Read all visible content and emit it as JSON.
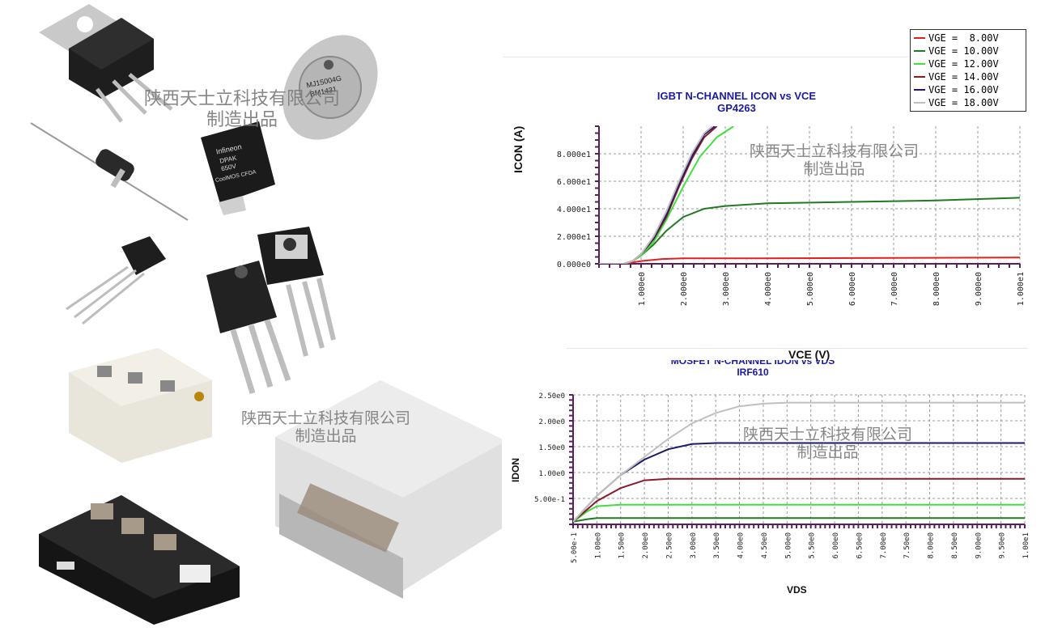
{
  "watermark": {
    "line1": "陕西天士立科技有限公司",
    "line2": "制造出品"
  },
  "colors": {
    "title": "#1a1aa8",
    "grid": "#888888",
    "axis": "#5a1f5a"
  },
  "components": [
    {
      "name": "to220-transistor-photo"
    },
    {
      "name": "to3-transistor-photo",
      "label1": "MJ15004G",
      "label2": "BM1431"
    },
    {
      "name": "axial-diode-photo"
    },
    {
      "name": "dpak-mosfet-photo",
      "label1": "Infineon",
      "label2": "DPAK",
      "label3": "650V",
      "label4": "CoolMOS CFDA"
    },
    {
      "name": "to92-transistor-photo"
    },
    {
      "name": "to247-transistor-photo"
    },
    {
      "name": "igbt-module-small-photo"
    },
    {
      "name": "igbt-power-module-large-photo"
    },
    {
      "name": "igbt-module-black-photo"
    }
  ],
  "chart_data": [
    {
      "type": "line",
      "title": "IGBT N-CHANNEL ICON vs VCE",
      "subtitle": "GP4263",
      "xlabel": "VCE (V)",
      "ylabel": "ICON (A)",
      "xlim": [
        0,
        10
      ],
      "ylim": [
        0,
        100
      ],
      "xticks": [
        1,
        2,
        3,
        4,
        5,
        6,
        7,
        8,
        9,
        10
      ],
      "xtick_labels": [
        "1.000e0",
        "2.000e0",
        "3.000e0",
        "4.000e0",
        "5.000e0",
        "6.000e0",
        "7.000e0",
        "8.000e0",
        "9.000e0",
        "1.000e1"
      ],
      "yticks": [
        0,
        20,
        40,
        60,
        80
      ],
      "ytick_labels": [
        "0.000e0",
        "2.000e1",
        "4.000e1",
        "6.000e1",
        "8.000e1"
      ],
      "grid": true,
      "legend": "top-right",
      "series": [
        {
          "name": "VGE =  8.00V",
          "color": "#e02020",
          "x": [
            0,
            0.6,
            0.8,
            1,
            1.5,
            2,
            4,
            10
          ],
          "y": [
            0,
            0,
            1,
            2,
            3.5,
            4,
            4,
            4.5
          ]
        },
        {
          "name": "VGE = 10.00V",
          "color": "#207a20",
          "x": [
            0,
            0.6,
            0.8,
            1,
            1.3,
            1.6,
            2,
            2.5,
            3,
            4,
            6,
            8,
            10
          ],
          "y": [
            0,
            0,
            2,
            6,
            14,
            24,
            34,
            40,
            42,
            44,
            45,
            46,
            48
          ]
        },
        {
          "name": "VGE = 12.00V",
          "color": "#40e040",
          "x": [
            0,
            0.6,
            0.8,
            1,
            1.3,
            1.6,
            2,
            2.4,
            2.8,
            3.2
          ],
          "y": [
            0,
            0,
            2,
            6,
            16,
            32,
            56,
            78,
            92,
            100
          ]
        },
        {
          "name": "VGE = 14.00V",
          "color": "#8a1a2a",
          "x": [
            0,
            0.6,
            0.8,
            1,
            1.3,
            1.6,
            1.9,
            2.2,
            2.5,
            2.8
          ],
          "y": [
            0,
            0,
            2,
            7,
            18,
            34,
            56,
            76,
            92,
            100
          ]
        },
        {
          "name": "VGE = 16.00V",
          "color": "#1a1a6a",
          "x": [
            0,
            0.6,
            0.8,
            1,
            1.3,
            1.6,
            1.9,
            2.2,
            2.5,
            2.75
          ],
          "y": [
            0,
            0,
            2,
            7,
            19,
            36,
            58,
            78,
            94,
            100
          ]
        },
        {
          "name": "VGE = 18.00V",
          "color": "#c0c0c0",
          "x": [
            0,
            0.6,
            0.8,
            1,
            1.3,
            1.6,
            1.9,
            2.2,
            2.5,
            2.7
          ],
          "y": [
            0,
            0,
            2,
            7,
            20,
            38,
            60,
            80,
            95,
            100
          ]
        }
      ]
    },
    {
      "type": "line",
      "title": "MOSFET N-CHANNEL IDON vs VDS",
      "subtitle": "IRF610",
      "xlabel": "VDS",
      "ylabel": "IDON",
      "xlim": [
        0.5,
        10
      ],
      "ylim": [
        0,
        2.5
      ],
      "xticks": [
        0.5,
        1,
        1.5,
        2,
        2.5,
        3,
        3.5,
        4,
        4.5,
        5,
        5.5,
        6,
        6.5,
        7,
        7.5,
        8,
        8.5,
        9,
        9.5,
        10
      ],
      "xtick_labels": [
        "5.00e-1",
        "1.00e0",
        "1.50e0",
        "2.00e0",
        "2.50e0",
        "3.00e0",
        "3.50e0",
        "4.00e0",
        "4.50e0",
        "5.00e0",
        "5.50e0",
        "6.00e0",
        "6.50e0",
        "7.00e0",
        "7.50e0",
        "8.00e0",
        "8.50e0",
        "9.00e0",
        "9.50e0",
        "1.00e1"
      ],
      "yticks": [
        0.5,
        1,
        1.5,
        2,
        2.5
      ],
      "ytick_labels": [
        "5.00e-1",
        "1.00e0",
        "1.50e0",
        "2.00e0",
        "2.50e0"
      ],
      "grid": true,
      "series": [
        {
          "color": "#207a20",
          "x": [
            0.5,
            0.8,
            1,
            1.5,
            10
          ],
          "y": [
            0.05,
            0.1,
            0.12,
            0.12,
            0.12
          ]
        },
        {
          "color": "#40e040",
          "x": [
            0.5,
            0.8,
            1,
            1.5,
            2,
            10
          ],
          "y": [
            0.05,
            0.25,
            0.35,
            0.38,
            0.38,
            0.38
          ]
        },
        {
          "color": "#8a1a2a",
          "x": [
            0.5,
            1,
            1.5,
            2,
            2.5,
            3,
            10
          ],
          "y": [
            0.05,
            0.45,
            0.7,
            0.85,
            0.88,
            0.88,
            0.88
          ]
        },
        {
          "color": "#1a1a6a",
          "x": [
            0.5,
            1,
            1.5,
            2,
            2.5,
            3,
            3.5,
            10
          ],
          "y": [
            0.05,
            0.55,
            0.95,
            1.25,
            1.45,
            1.55,
            1.57,
            1.57
          ]
        },
        {
          "color": "#c0c0c0",
          "x": [
            0.5,
            1,
            1.5,
            2,
            2.5,
            3,
            3.5,
            4,
            4.5,
            5,
            10
          ],
          "y": [
            0.05,
            0.55,
            0.95,
            1.3,
            1.65,
            1.95,
            2.15,
            2.28,
            2.33,
            2.35,
            2.35
          ]
        }
      ]
    }
  ]
}
